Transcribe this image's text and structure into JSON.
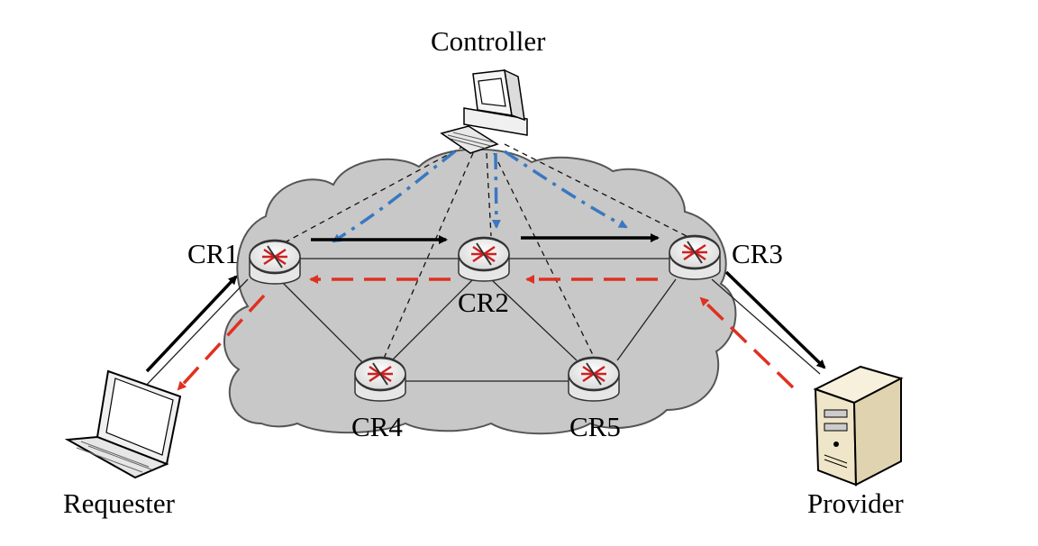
{
  "labels": {
    "controller": "Controller",
    "requester": "Requester",
    "provider": "Provider",
    "cr1": "CR1",
    "cr2": "CR2",
    "cr3": "CR3",
    "cr4": "CR4",
    "cr5": "CR5"
  },
  "colors": {
    "cloud_fill": "#c8c8c8",
    "cloud_stroke": "#555555",
    "control_arrow": "#3a78c0",
    "data_response": "#e03020",
    "interest_arrow": "#000000"
  }
}
